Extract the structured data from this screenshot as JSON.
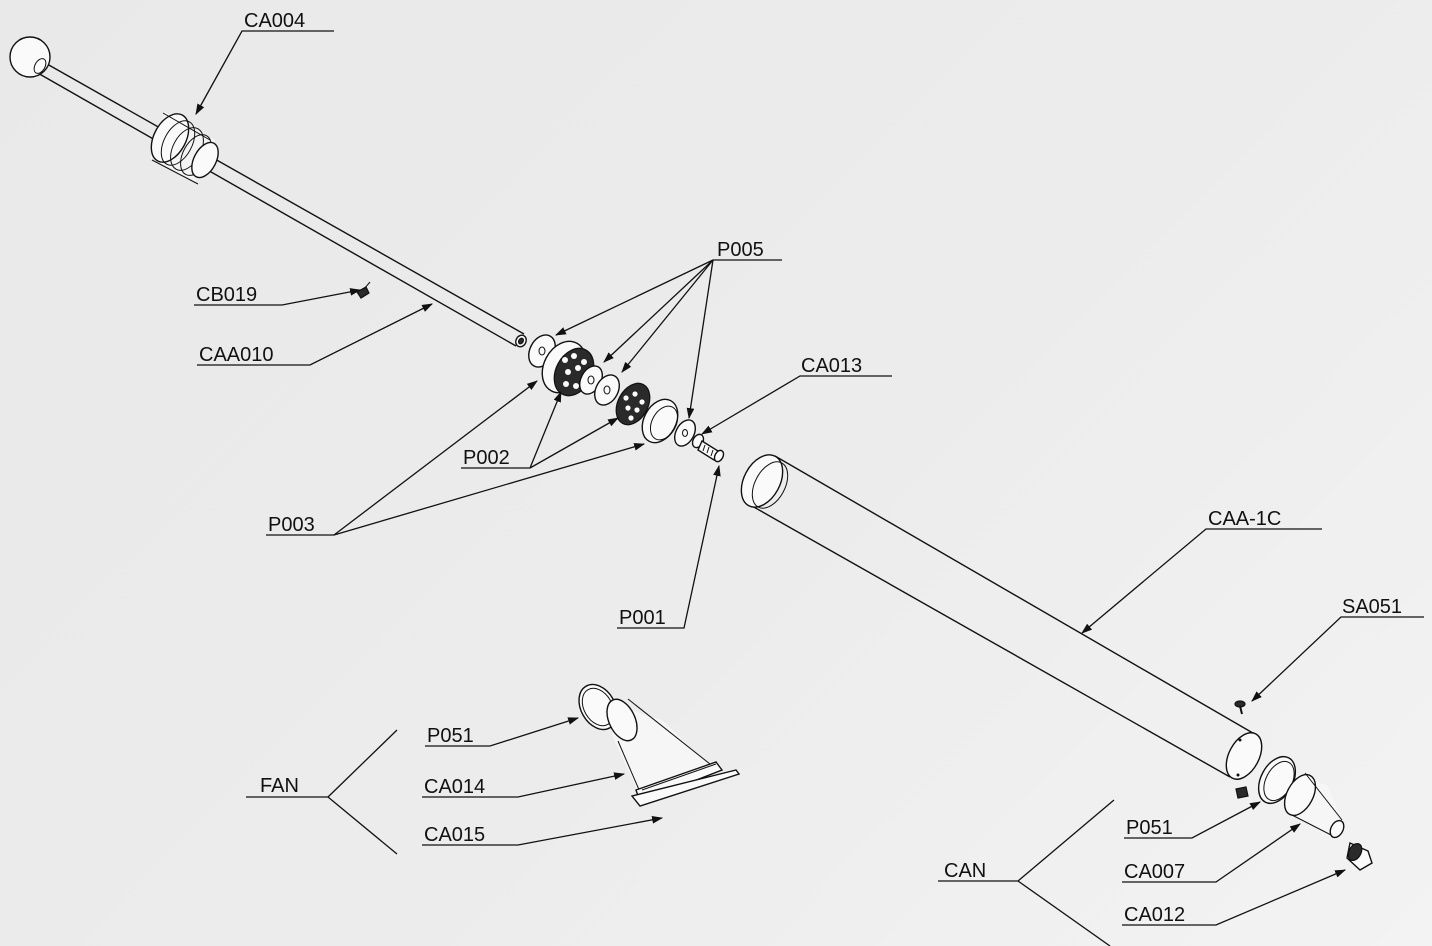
{
  "labels": {
    "ca004": "CA004",
    "p005": "P005",
    "cb019": "CB019",
    "caa010": "CAA010",
    "ca013": "CA013",
    "p002": "P002",
    "p003": "P003",
    "p001": "P001",
    "caa1c": "CAA-1C",
    "sa051": "SA051",
    "p051_fan": "P051",
    "ca014": "CA014",
    "ca015": "CA015",
    "fan": "FAN",
    "p051_can": "P051",
    "ca007": "CA007",
    "ca012": "CA012",
    "can": "CAN"
  },
  "colors": {
    "line": "#111111",
    "background": "#ececec",
    "part_fill": "#fafafa",
    "dark_fill": "#2a2a2a"
  }
}
